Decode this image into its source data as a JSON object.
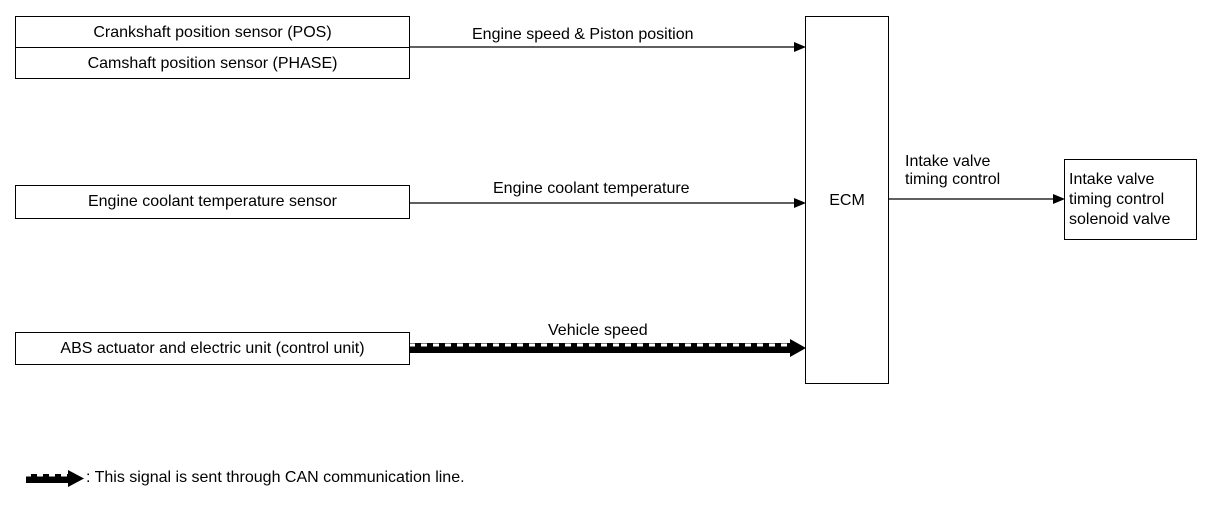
{
  "sensors": {
    "crankshaft": "Crankshaft position sensor (POS)",
    "camshaft": "Camshaft position sensor (PHASE)",
    "coolant": "Engine coolant temperature sensor",
    "abs": "ABS actuator and electric unit (control unit)"
  },
  "signals": {
    "engine_speed": "Engine speed & Piston position",
    "coolant_temp": "Engine coolant temperature",
    "vehicle_speed": "Vehicle speed",
    "ivt_control": "Intake valve\ntiming control"
  },
  "ecm": {
    "label": "ECM"
  },
  "actuator": {
    "label": "Intake valve\ntiming control\nsolenoid valve"
  },
  "legend": {
    "text": ": This signal is sent through CAN communication line."
  }
}
